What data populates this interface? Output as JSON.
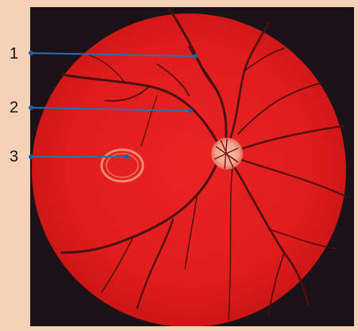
{
  "figure": {
    "callouts": [
      {
        "label": "1"
      },
      {
        "label": "2"
      },
      {
        "label": "3"
      }
    ]
  },
  "colors": {
    "background": "#f4d2b8",
    "photo_frame": "#1a1217",
    "fundus": "#e01c1c",
    "vessel": "#4a0f10",
    "optic_disc": "#f2a58d",
    "leader_line": "#2a6fb0",
    "leader_dot": "#1e5ea8",
    "label_text": "#111111"
  }
}
